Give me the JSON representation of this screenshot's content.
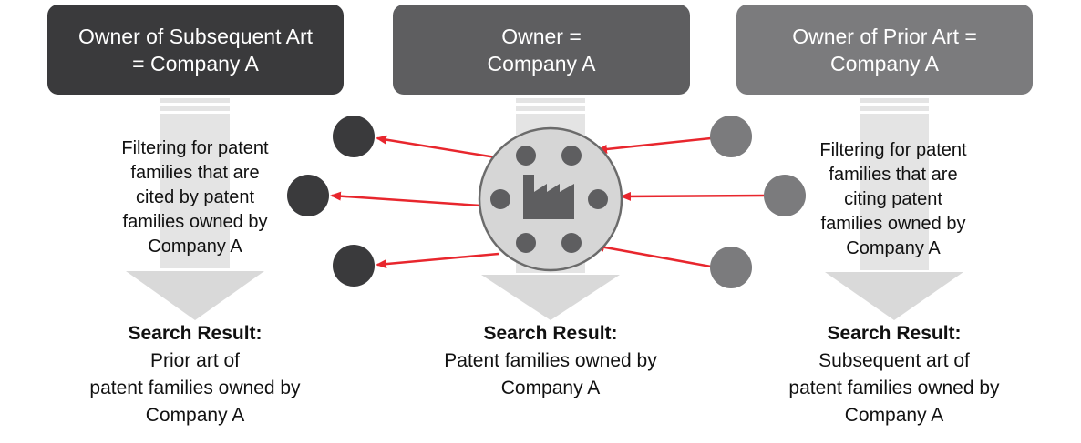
{
  "colors": {
    "left_dark": "#3a3a3c",
    "mid_gray": "#5e5e60",
    "right_gray": "#7b7b7d",
    "arrow_gray": "#d9d9d9",
    "arrow_line": "#e5e5e5",
    "red_arrow": "#e8262d",
    "circle_stroke": "#6b6b6b",
    "circle_fill": "#d6d6d6"
  },
  "header_left": {
    "line1": "Owner of Subsequent Art",
    "line2": "= Company A"
  },
  "header_mid": {
    "line1": "Owner =",
    "line2": "Company A"
  },
  "header_right": {
    "line1": "Owner of Prior Art =",
    "line2": "Company A"
  },
  "filter_left": [
    "Filtering for patent",
    "families that are",
    "cited by patent",
    "families owned by",
    "Company A"
  ],
  "filter_right": [
    "Filtering for patent",
    "families that are",
    "citing patent",
    "families owned by",
    "Company A"
  ],
  "result_left": {
    "title": "Search Result:",
    "lines": [
      "Prior art of",
      "patent families owned by",
      "Company A"
    ]
  },
  "result_mid": {
    "title": "Search Result:",
    "lines": [
      "Patent families owned by",
      "Company A"
    ]
  },
  "result_right": {
    "title": "Search Result:",
    "lines": [
      "Subsequent art of",
      "patent families owned by",
      "Company A"
    ]
  },
  "icons": {
    "center": "factory-icon",
    "left_nodes": "prior-art-node-icon",
    "right_nodes": "subsequent-art-node-icon"
  }
}
